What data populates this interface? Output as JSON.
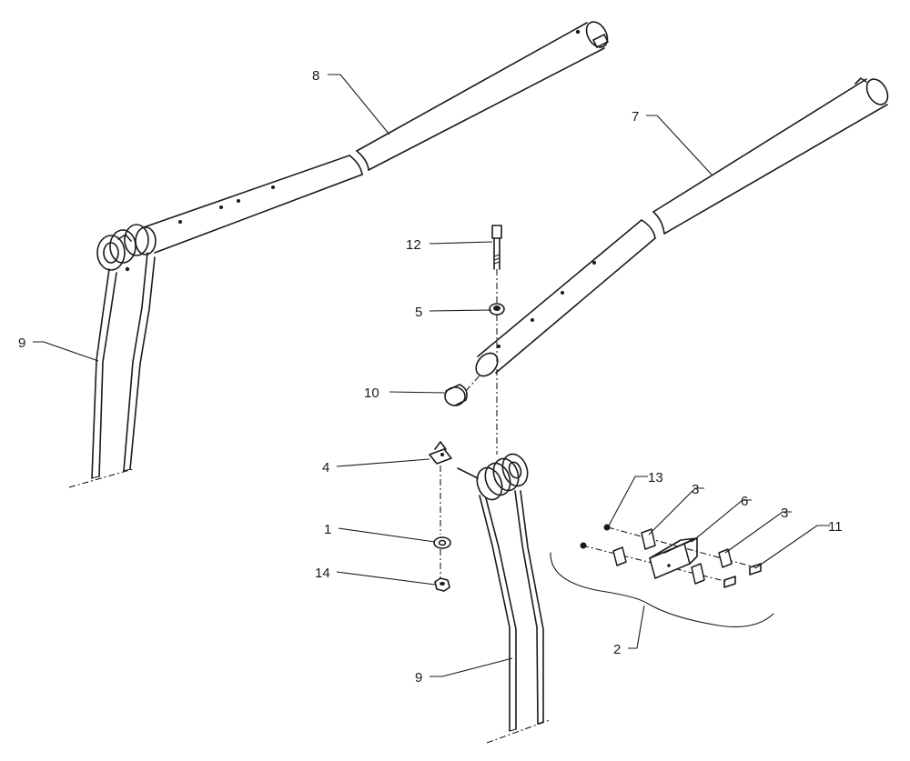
{
  "callouts": {
    "c1": "1",
    "c2": "2",
    "c3a": "3",
    "c3b": "3",
    "c4": "4",
    "c5": "5",
    "c6": "6",
    "c7": "7",
    "c8": "8",
    "c9a": "9",
    "c9b": "9",
    "c10": "10",
    "c11": "11",
    "c12": "12",
    "c13": "13",
    "c14": "14"
  }
}
